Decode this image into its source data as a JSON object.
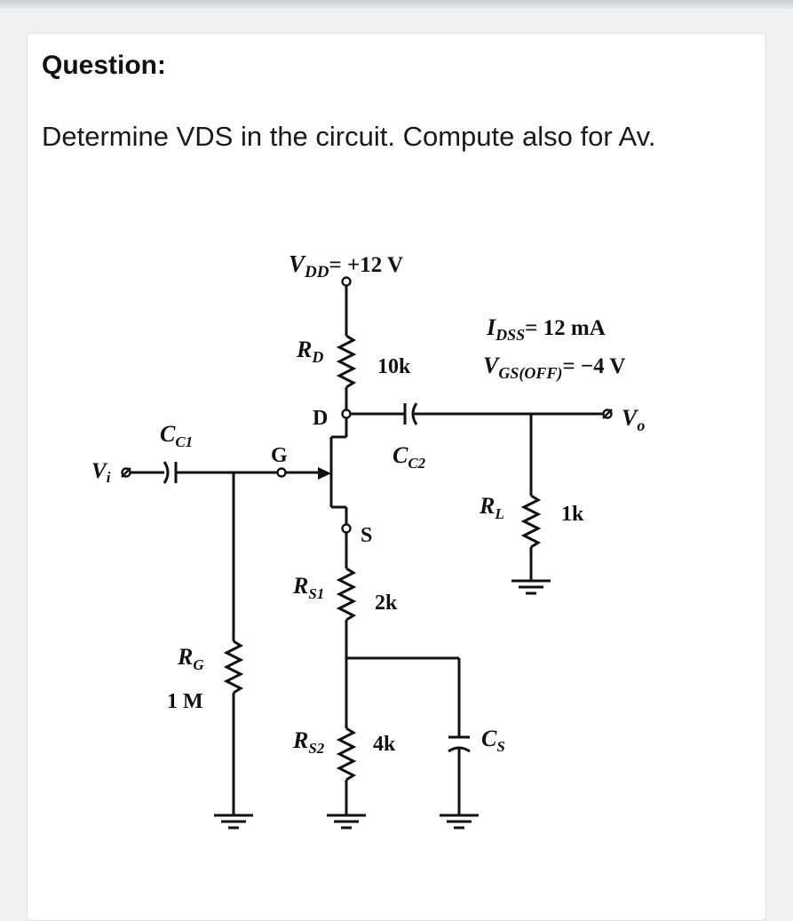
{
  "question": {
    "label": "Question:",
    "text": "Determine VDS in the circuit. Compute also for Av."
  },
  "circuit": {
    "vdd": "V",
    "vdd_sub": "DD",
    "vdd_value": "= +12 V",
    "rd_label": "R",
    "rd_sub": "D",
    "rd_value": "10k",
    "idss_label": "I",
    "idss_sub": "DSS",
    "idss_value": "= 12 mA",
    "vgsoff_label": "V",
    "vgsoff_sub": "GS(OFF)",
    "vgsoff_value": "= −4 V",
    "drain": "D",
    "gate": "G",
    "source": "S",
    "cc1_label": "C",
    "cc1_sub": "C1",
    "cc2_label": "C",
    "cc2_sub": "C2",
    "vi_label": "V",
    "vi_sub": "i",
    "vo_label": "V",
    "vo_sub": "o",
    "rl_label": "R",
    "rl_sub": "L",
    "rl_value": "1k",
    "rs1_label": "R",
    "rs1_sub": "S1",
    "rs1_value": "2k",
    "rg_label": "R",
    "rg_sub": "G",
    "rg_value": "1 M",
    "rs2_label": "R",
    "rs2_sub": "S2",
    "rs2_value": "4k",
    "cs_label": "C",
    "cs_sub": "S"
  }
}
